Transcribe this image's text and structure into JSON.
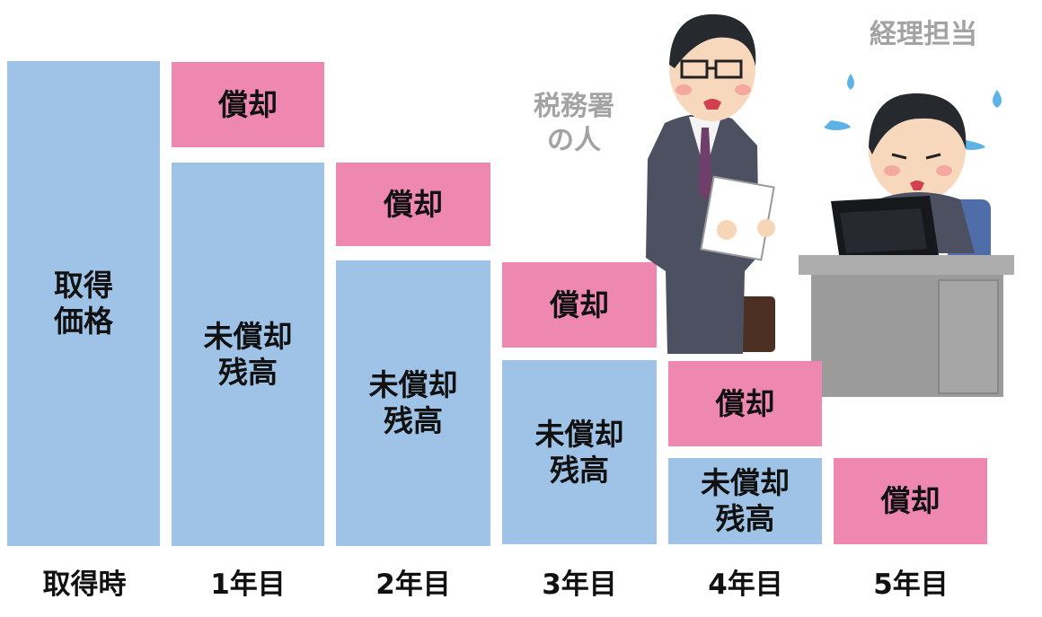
{
  "labels": {
    "acquisition_price": "取得\n価格",
    "depreciation": "償却",
    "unamortized_balance": "未償却\n残高",
    "tax_office_person": "税務署\nの人",
    "accountant": "経理担当"
  },
  "years": [
    "取得時",
    "1年目",
    "2年目",
    "3年目",
    "4年目",
    "5年目"
  ],
  "colors": {
    "balance": "#9fc3e6",
    "depreciation": "#ee88b1",
    "caption": "#a3a3a3"
  }
}
